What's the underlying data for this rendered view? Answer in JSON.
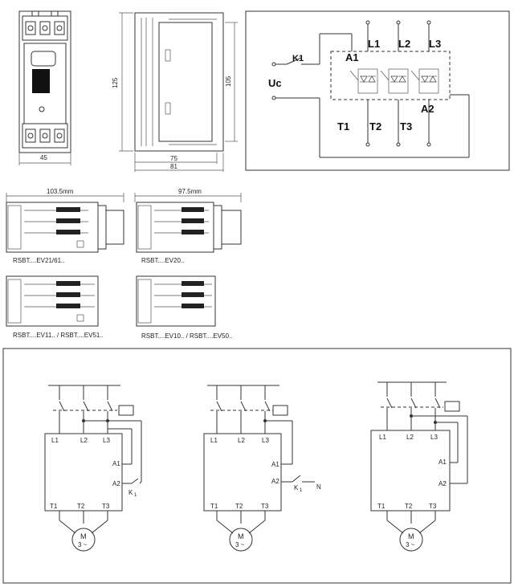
{
  "top_drawings": {
    "front_width": "45",
    "side_height_125": "125",
    "side_height_105": "105",
    "side_depth_75": "75",
    "side_depth_81": "81"
  },
  "schematic": {
    "k1": "K1",
    "uc": "Uc",
    "a1": "A1",
    "a2": "A2",
    "l1": "L1",
    "l2": "L2",
    "l3": "L3",
    "t1": "T1",
    "t2": "T2",
    "t3": "T3"
  },
  "variants": {
    "dim_left": "103.5mm",
    "dim_right": "97.5mm",
    "label_1": "RSBT....EV21/61..",
    "label_2": "RSBT....EV20..",
    "label_3": "RSBT....EV11.. / RSBT....EV51..",
    "label_4": "RSBT....EV10.. / RSBT....EV50.."
  },
  "wiring": {
    "l1": "L1",
    "l2": "L2",
    "l3": "L3",
    "a1": "A1",
    "a2": "A2",
    "t1": "T1",
    "t2": "T2",
    "t3": "T3",
    "motor": "M",
    "motor_phase": "3 ~",
    "k1": "K",
    "k1_sub": "1",
    "neutral": "N"
  }
}
